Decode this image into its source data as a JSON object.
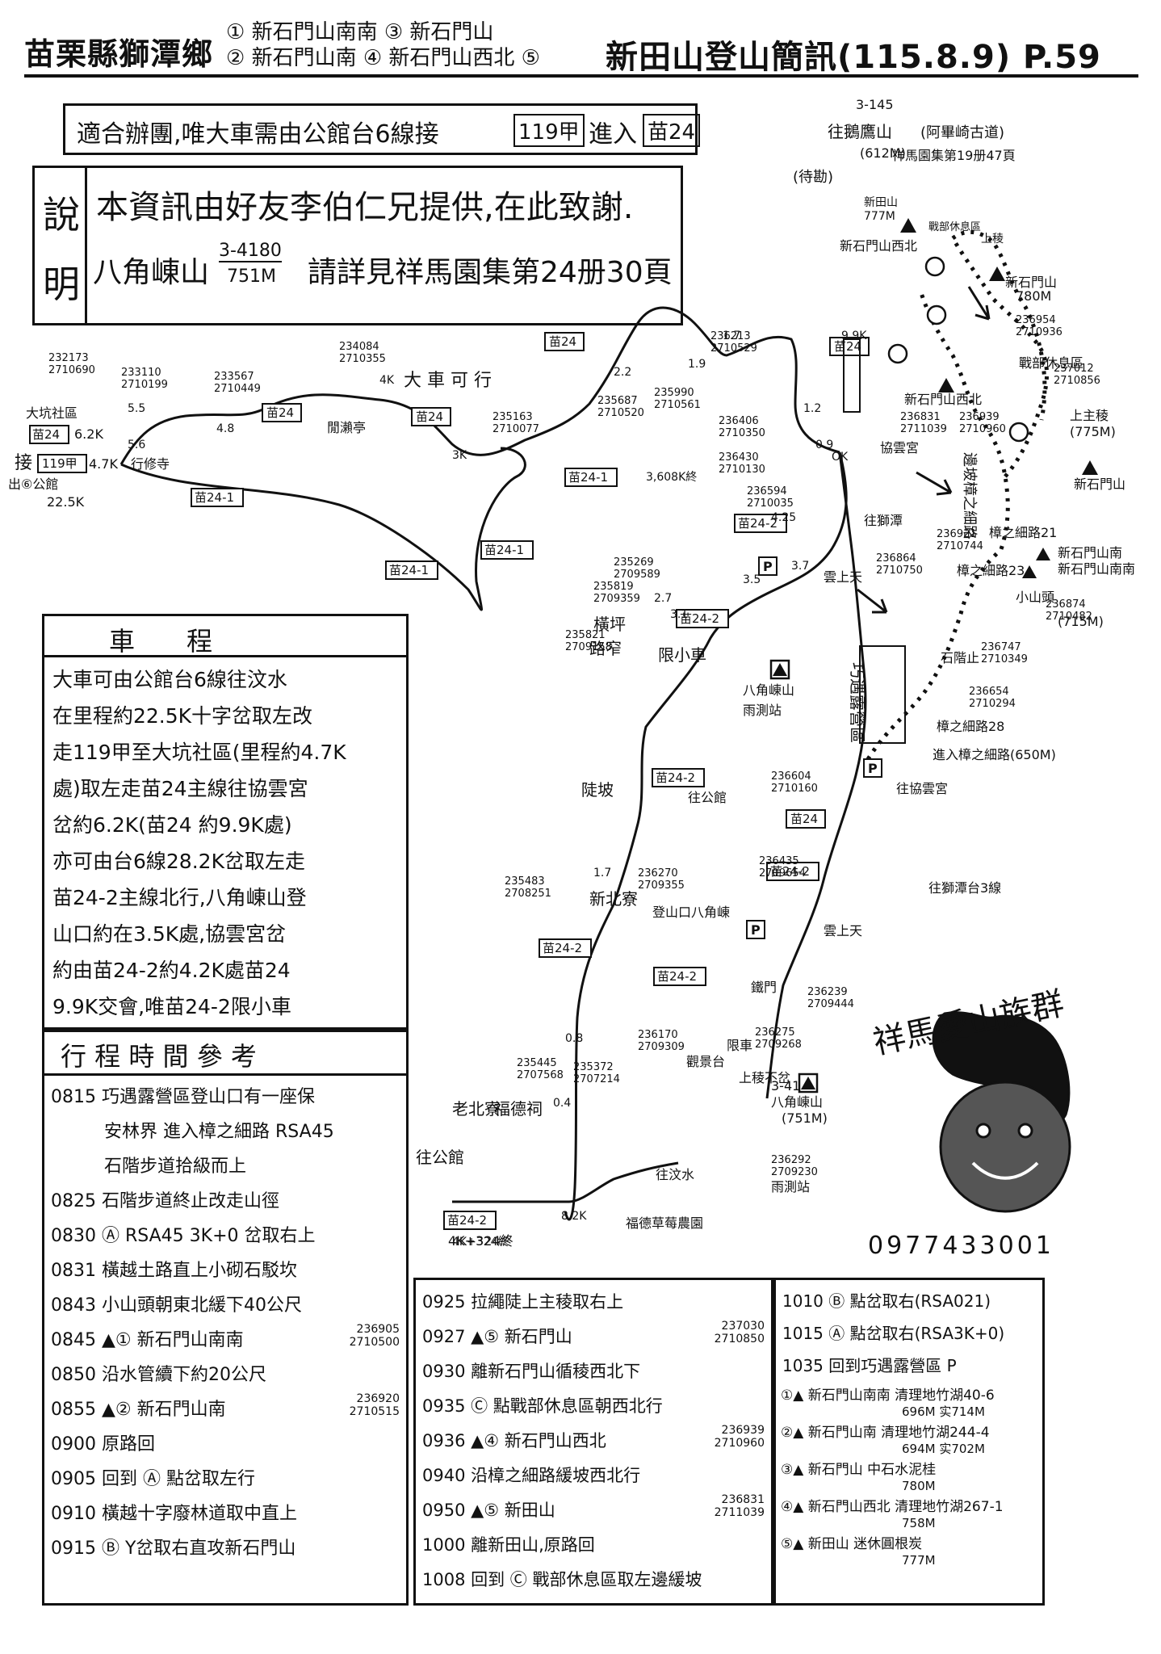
{
  "header": {
    "region": "苗栗縣獅潭鄉",
    "peaks_line1": "① 新石門山南南 ③ 新石門山",
    "peaks_line2": "② 新石門山南 ④ 新石門山西北 ⑤",
    "suffix": "新田山登山簡訊(115.8.9) P.59"
  },
  "notice": {
    "text": "適合辦團,唯大車需由公館台6線接",
    "road1": "119甲",
    "mid": "進入",
    "road2": "苗24"
  },
  "explain": {
    "label_1": "說",
    "label_2": "明",
    "line1": "本資訊由好友李伯仁兄提供,在此致謝.",
    "mountain": "八角崠山",
    "mountain_info_top": "3-4180",
    "mountain_info_bottom": "751M",
    "line2_rest": "請詳見祥馬園集第24册30頁"
  },
  "car_route": {
    "heading": "車　　程",
    "lines": [
      "大車可由公館台6線往汶水",
      "在里程約22.5K十字岔取左改",
      "走119甲至大坑社區(里程約4.7K",
      "處)取左走苗24主線往協雲宮",
      "岔約6.2K(苗24 約9.9K處)",
      "亦可由台6線28.2K岔取左走",
      "苗24-2主線北行,八角崠山登",
      "山口約在3.5K處,協雲宮岔",
      "約由苗24-2約4.2K處苗24",
      "9.9K交會,唯苗24-2限小車"
    ]
  },
  "itinerary": {
    "heading": "行 程 時 間 參 考",
    "col1": [
      "0815 巧遇露營區登山口有一座保",
      "　　　安林界 進入樟之細路 RSA45",
      "　　　石階步道拾級而上",
      "0825 石階步道終止改走山徑",
      "0830 Ⓐ RSA45 3K+0 岔取右上",
      "0831 橫越土路直上小砌石駁坎",
      "0843 小山頭朝東北緩下40公尺",
      "0845 ▲① 新石門山南南",
      "0850 沿水管續下約20公尺",
      "0855 ▲② 新石門山南",
      "0900 原路回",
      "0905 回到 Ⓐ 點岔取左行",
      "0910 橫越十字廢林道取中直上",
      "0915 Ⓑ Y岔取右直攻新石門山"
    ],
    "col1_coords": [
      {
        "a": "236905",
        "b": "2710500"
      },
      {
        "a": "236920",
        "b": "2710515"
      }
    ],
    "col2": [
      "0925 拉繩陡上主稜取右上",
      "0927 ▲⑤ 新石門山",
      "0930 離新石門山循稜西北下",
      "0935 Ⓒ 點戰部休息區朝西北行",
      "0936 ▲④ 新石門山西北",
      "0940 沿樟之細路緩坡西北行",
      "0950 ▲⑤ 新田山",
      "1000 離新田山,原路回",
      "1008 回到 Ⓒ 戰部休息區取左邊緩坡"
    ],
    "col2_coords": [
      {
        "a": "237030",
        "b": "2710850"
      },
      {
        "a": "236939",
        "b": "2710960"
      },
      {
        "a": "236831",
        "b": "2711039"
      }
    ],
    "col3": [
      "1010 Ⓑ 點岔取右(RSA021)",
      "1015 Ⓐ 點岔取右(RSA3K+0)",
      "1035 回到巧遇露營區 P"
    ],
    "summary": [
      {
        "n": "①",
        "name": "新石門山南南",
        "info": "清理地竹湖40-6",
        "elev": "696M 实714M"
      },
      {
        "n": "②",
        "name": "新石門山南",
        "info": "清理地竹湖244-4",
        "elev": "694M 实702M"
      },
      {
        "n": "③",
        "name": "新石門山",
        "info": "中石水泥桂",
        "elev": "780M"
      },
      {
        "n": "④",
        "name": "新石門山西北",
        "info": "清理地竹湖267-1",
        "elev": "758M"
      },
      {
        "n": "⑤",
        "name": "新田山",
        "info": "迷休圓根炭",
        "elev": "777M"
      }
    ]
  },
  "map": {
    "roads": {
      "r24": "苗24",
      "r24_1": "苗24-1",
      "r24_2": "苗24-2",
      "r119": "119甲"
    },
    "labels": {
      "dakang": "大坑社區",
      "dakang_dist": "6.2K",
      "join": "接",
      "join_dist": "4.7K",
      "out": "出⑥公館",
      "out_dist": "22.5K",
      "gaoxiu": "行修寺",
      "kuanqi": "閒瀨亭",
      "dache": "大 車 可 行",
      "xiayun": "協雲宮",
      "wangshi": "往獅潭",
      "wangmiao": "往協雲宮",
      "wanggong": "往公館",
      "wangwen": "往汶水",
      "wangtai3": "往獅潭台3線",
      "henping": "橫坪",
      "lugai": "路窄",
      "xianxiao": "限小車",
      "doupo": "陡坡",
      "xinbei": "新北寮",
      "laobei": "老北寮",
      "fude": "福德祠",
      "fude_farm": "福德草莓農園",
      "dengshan": "登山口八角崠",
      "bajiao": "八角崠山",
      "bajiao_elev": "(751M)",
      "bajiao_code": "3-4180",
      "yuce": "雨測站",
      "guanjing": "觀景台",
      "qiao": "巧遇露營區",
      "jinlu": "進入樟之細路(650M)",
      "shijie": "石階止",
      "xiaoshan": "小山頭",
      "xintian": "新田山",
      "xintian_elev": "777M",
      "xinshimen": "新石門山",
      "xinshimen_elev": "780M",
      "xinshimen_xb": "新石門山西北",
      "xinshimen_n": "新石門山南",
      "xinshimen_nn": "新石門山南南",
      "xinshimen_elev2": "(715M)",
      "zhanbu": "戰部休息區",
      "shangling": "上主稜",
      "shangling_elev": "(775M)",
      "biancao": "邊坡樟之細路",
      "road21": "樟之細路21",
      "road23": "樟之細路23",
      "road28": "樟之細路28",
      "wangsheng": "往鵝鷹山",
      "wangsheng_sub": "(阿畢崎古道)",
      "wangsheng_elev": "(612M)",
      "wangsheng_ref": "祥馬園集第19册47頁",
      "dai": "(待勘)",
      "shanggang": "上稜",
      "yunxian": "雲上天",
      "tiemen": "鐵門",
      "chelun": "限車",
      "shangzhu": "上稜不岔",
      "code_top": "3-145"
    },
    "coords": [
      "232173 2710690",
      "233110 2710199",
      "233567 2710449",
      "234084 2710355",
      "235163 2710077",
      "235687 2710520",
      "235990 2710561",
      "236213 2710529",
      "236406 2710350",
      "236430 2710130",
      "236594 2710035",
      "235269 2709589",
      "235819 2709359",
      "235821 2709158",
      "236604 2710160",
      "236270 2709355",
      "236435 2709654",
      "236239 2709444",
      "236170 2709309",
      "235445 2707568",
      "235372 2707214",
      "236275 2709268",
      "236292 2709230",
      "236747 2710349",
      "236654 2710294",
      "236921 2710744",
      "236864 2710750",
      "236954 2710936",
      "236939 2710960",
      "237012 2710856",
      "236874 2710482",
      "236831 2711039",
      "235483 2708251"
    ],
    "distances": [
      "5.5",
      "5.6",
      "4.8",
      "4K",
      "3K",
      "1.9",
      "2.2",
      "1.7",
      "9.9K",
      "OK",
      "4.25",
      "3.7",
      "3.5",
      "3.1",
      "2.7",
      "1.7",
      "0.8",
      "0.4",
      "8.2K",
      "4K+324終",
      "3,608K終",
      "1.2",
      "0.9"
    ],
    "bottom_km": "4K+324終"
  },
  "brand": {
    "name": "祥馬愛山族群",
    "phone": "0977433001"
  },
  "icons": {
    "summit": "triangle",
    "parking": "P",
    "temple": "temple-icon"
  }
}
